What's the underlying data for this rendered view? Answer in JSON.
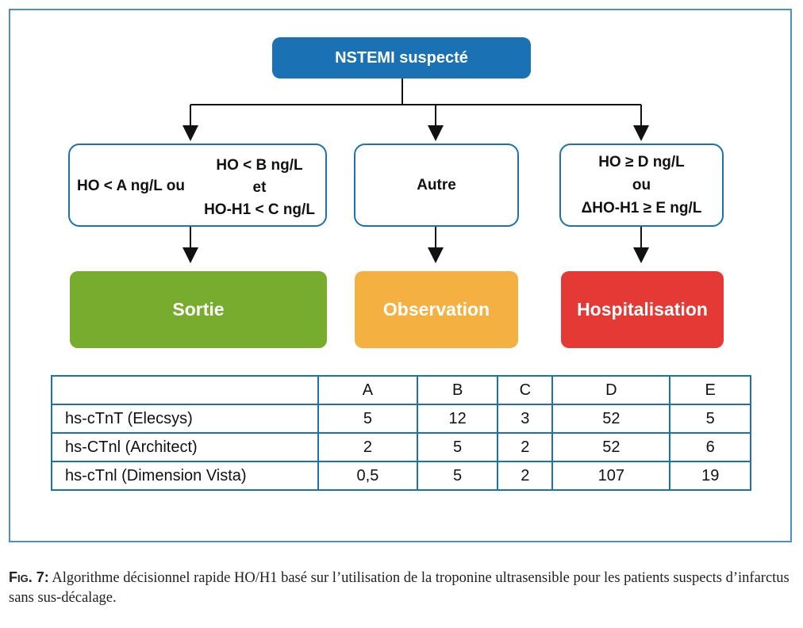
{
  "diagram": {
    "top_node": "NSTEMI suspecté",
    "left_condition": {
      "part_a": "HO < A ng/L ou",
      "part_b_line1": "HO < B ng/L",
      "part_b_line2": "et",
      "part_b_line3": "HO-H1 < C ng/L"
    },
    "middle_condition": "Autre",
    "right_condition": {
      "line1": "HO ≥ D ng/L",
      "line2": "ou",
      "line3": "ΔHO-H1 ≥ E ng/L"
    },
    "outcomes": {
      "left": "Sortie",
      "middle": "Observation",
      "right": "Hospitalisation"
    },
    "colors": {
      "primary_blue": "#1a72b4",
      "sortie_green": "#78ac2e",
      "observation_orange": "#f4b142",
      "hospitalisation_red": "#e53935"
    }
  },
  "table": {
    "headers": [
      "",
      "A",
      "B",
      "C",
      "D",
      "E"
    ],
    "rows": [
      {
        "label": "hs-cTnT (Elecsys)",
        "values": [
          "5",
          "12",
          "3",
          "52",
          "5"
        ]
      },
      {
        "label": "hs-CTnl (Architect)",
        "values": [
          "2",
          "5",
          "2",
          "52",
          "6"
        ]
      },
      {
        "label": "hs-cTnl (Dimension Vista)",
        "values": [
          "0,5",
          "5",
          "2",
          "107",
          "19"
        ]
      }
    ]
  },
  "caption": {
    "label": "Fig. 7:",
    "text": " Algorithme décisionnel rapide HO/H1 basé sur l’utilisation de la troponine ultrasensible pour les patients suspects d’infarctus sans sus-décalage."
  }
}
